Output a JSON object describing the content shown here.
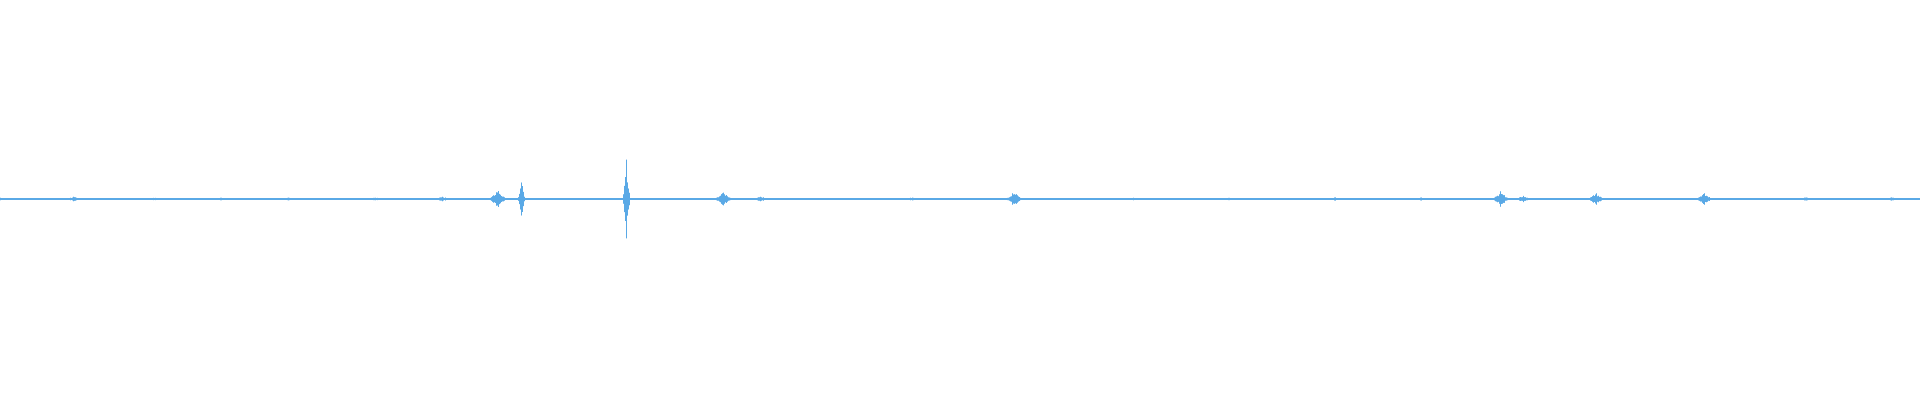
{
  "waveform": {
    "color": "#5aa9e6",
    "background": "#ffffff",
    "peaks": [
      {
        "t": 0.0,
        "a": 0.03
      },
      {
        "t": 0.038,
        "a": 0.05
      },
      {
        "t": 0.08,
        "a": 0.035
      },
      {
        "t": 0.115,
        "a": 0.03
      },
      {
        "t": 0.15,
        "a": 0.035
      },
      {
        "t": 0.195,
        "a": 0.04
      },
      {
        "t": 0.23,
        "a": 0.06
      },
      {
        "t": 0.259,
        "a": 0.2
      },
      {
        "t": 0.2715,
        "a": 0.42
      },
      {
        "t": 0.326,
        "a": 1.0
      },
      {
        "t": 0.3765,
        "a": 0.17
      },
      {
        "t": 0.396,
        "a": 0.06
      },
      {
        "t": 0.475,
        "a": 0.04
      },
      {
        "t": 0.528,
        "a": 0.17
      },
      {
        "t": 0.59,
        "a": 0.04
      },
      {
        "t": 0.64,
        "a": 0.035
      },
      {
        "t": 0.695,
        "a": 0.04
      },
      {
        "t": 0.74,
        "a": 0.035
      },
      {
        "t": 0.7815,
        "a": 0.17
      },
      {
        "t": 0.793,
        "a": 0.07
      },
      {
        "t": 0.831,
        "a": 0.13
      },
      {
        "t": 0.8875,
        "a": 0.13
      },
      {
        "t": 0.94,
        "a": 0.04
      },
      {
        "t": 0.985,
        "a": 0.035
      }
    ]
  }
}
